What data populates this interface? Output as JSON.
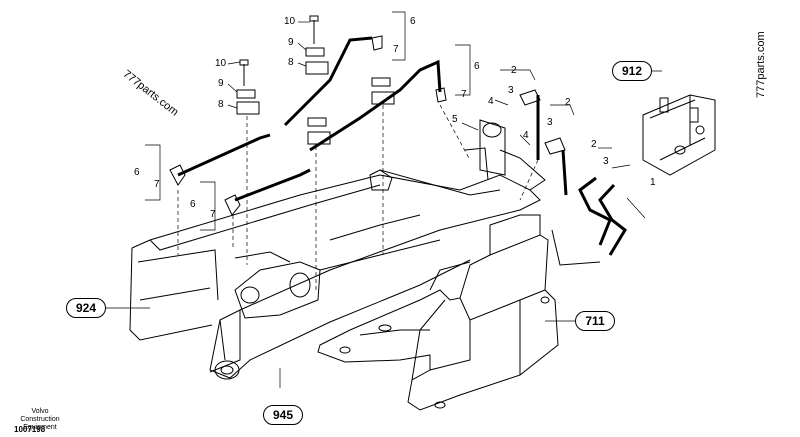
{
  "watermarks": [
    "777parts.com",
    "777parts.com"
  ],
  "callouts": [
    "912",
    "924",
    "711",
    "945"
  ],
  "part_numbers": [
    "10",
    "9",
    "8",
    "6",
    "7",
    "10",
    "9",
    "8",
    "6",
    "7",
    "5",
    "2",
    "3",
    "4",
    "2",
    "3",
    "4",
    "2",
    "3",
    "1",
    "6",
    "7",
    "6",
    "7"
  ],
  "footer": {
    "brand_line1": "Volvo Construction",
    "brand_line2": "Equipment",
    "doc_number": "1007198"
  }
}
